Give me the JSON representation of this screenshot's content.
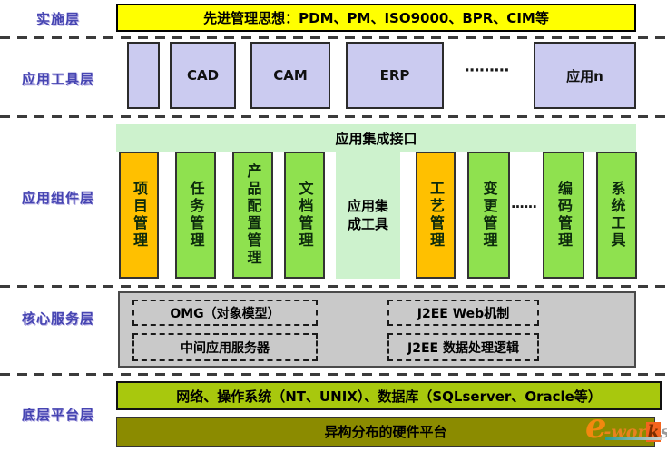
{
  "diagram_title": "PDM layered architecture diagram",
  "layers": {
    "implementation": {
      "label": "实施层",
      "banner": "先进管理思想：PDM、PM、ISO9000、BPR、CIM等"
    },
    "tools": {
      "label": "应用工具层",
      "boxes": [
        {
          "label": ""
        },
        {
          "label": "CAD"
        },
        {
          "label": "CAM"
        },
        {
          "label": "ERP"
        },
        {
          "label": "应用n"
        }
      ],
      "ellipsis": "·········"
    },
    "components": {
      "label": "应用组件层",
      "banner": "应用集成接口",
      "items": [
        {
          "label": "项目管理",
          "color": "orange"
        },
        {
          "label": "任务管理",
          "color": "green"
        },
        {
          "label": "产品配置管理",
          "color": "green"
        },
        {
          "label": "文档管理",
          "color": "green"
        },
        {
          "label": "应用集成工具",
          "color": "pale"
        },
        {
          "label": "工艺管理",
          "color": "orange"
        },
        {
          "label": "变更管理",
          "color": "green"
        },
        {
          "label": "编码管理",
          "color": "green"
        },
        {
          "label": "系统工具",
          "color": "green"
        }
      ],
      "ellipsis": "······"
    },
    "core": {
      "label": "核心服务层",
      "boxes": [
        "OMG（对象模型）",
        "J2EE Web机制",
        "中间应用服务器",
        "J2EE 数据处理逻辑"
      ]
    },
    "platform": {
      "label": "底层平台层",
      "os_banner": "网络、操作系统（NT、UNIX）、数据库（SQLserver、Oracle等）",
      "hw_banner": "异构分布的硬件平台"
    }
  },
  "logo": {
    "e": "e",
    "body": "-wor",
    "k": "k",
    "s": "s"
  },
  "colors": {
    "implementation_banner": "#ffff00",
    "tool_box": "#cbcbf0",
    "interface_banner": "#cdf2cd",
    "component_orange": "#ffc000",
    "component_green": "#8fe14f",
    "core_background": "#c9c9c9",
    "os_banner": "#a8c80d",
    "hw_banner": "#8b8b00",
    "layer_label_text": "#4645b2",
    "logo_orange": "#f2880f"
  }
}
